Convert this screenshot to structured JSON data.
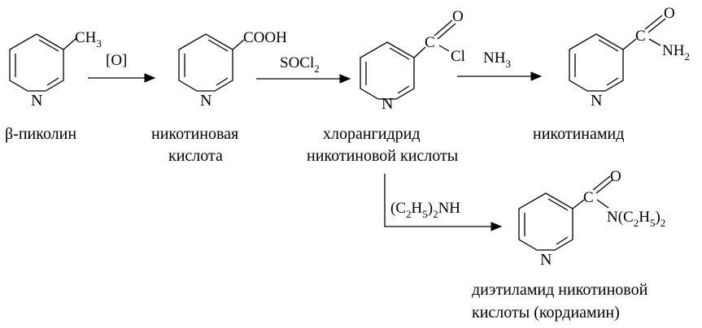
{
  "compounds": {
    "picoline": {
      "label": "β-пиколин",
      "ring_atom": "N",
      "substituent_main": "CH",
      "substituent_sub": "3"
    },
    "nicotinic_acid": {
      "label_line1": "никотиновая",
      "label_line2": "кислота",
      "ring_atom": "N",
      "substituent": "COOH"
    },
    "acid_chloride": {
      "label_line1": "хлорангидрид",
      "label_line2": "никотиновой кислоты",
      "ring_atom": "N",
      "carbon": "C",
      "oxygen": "O",
      "chlorine": "Cl"
    },
    "nicotinamide": {
      "label": "никотинамид",
      "ring_atom": "N",
      "carbon": "C",
      "oxygen": "O",
      "amine_main": "NH",
      "amine_sub": "2"
    },
    "cordiamine": {
      "label_line1": "диэтиламид никотиновой",
      "label_line2": "кислоты (кордиамин)",
      "ring_atom": "N",
      "carbon": "C",
      "oxygen": "O",
      "amide_part1": "N(C",
      "amide_sub1": "2",
      "amide_part2": "H",
      "amide_sub2": "5",
      "amide_part3": ")",
      "amide_sub3": "2"
    }
  },
  "reagents": {
    "oxidation": "[O]",
    "thionyl_main": "SOCl",
    "thionyl_sub": "2",
    "ammonia_main": "NH",
    "ammonia_sub": "3",
    "diethylamine_part1": "(C",
    "diethylamine_sub1": "2",
    "diethylamine_part2": "H",
    "diethylamine_sub2": "5",
    "diethylamine_part3": ")",
    "diethylamine_sub3": "2",
    "diethylamine_part4": "NH"
  }
}
